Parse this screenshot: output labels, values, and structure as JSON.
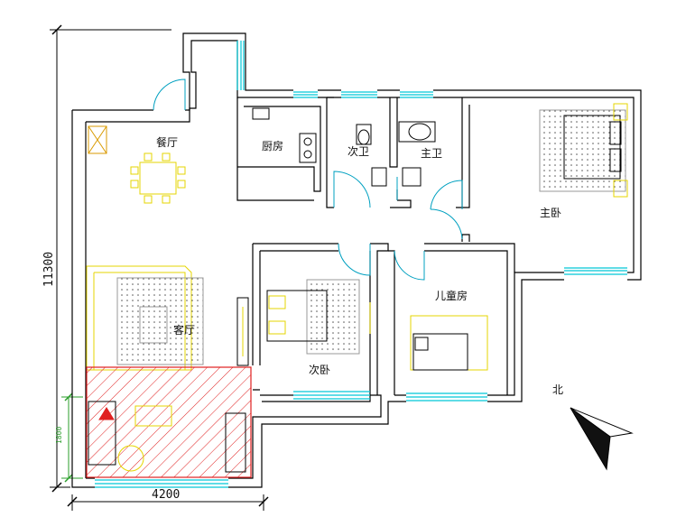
{
  "rooms": {
    "dining": "餐厅",
    "kitchen": "厨房",
    "second_bath": "次卫",
    "master_bath": "主卫",
    "master_bedroom": "主卧",
    "living": "客厅",
    "second_bedroom": "次卧",
    "kids_room": "儿童房"
  },
  "dimensions": {
    "height": "11300",
    "width": "4200",
    "highlight_depth": "1800"
  },
  "north": "北",
  "colors": {
    "wall": "#000000",
    "window": "#00c8d8",
    "furniture": "#e6d600",
    "hatch": "#e02020",
    "dimension_line": "#2a9d2a",
    "door": "#00a0c0"
  }
}
